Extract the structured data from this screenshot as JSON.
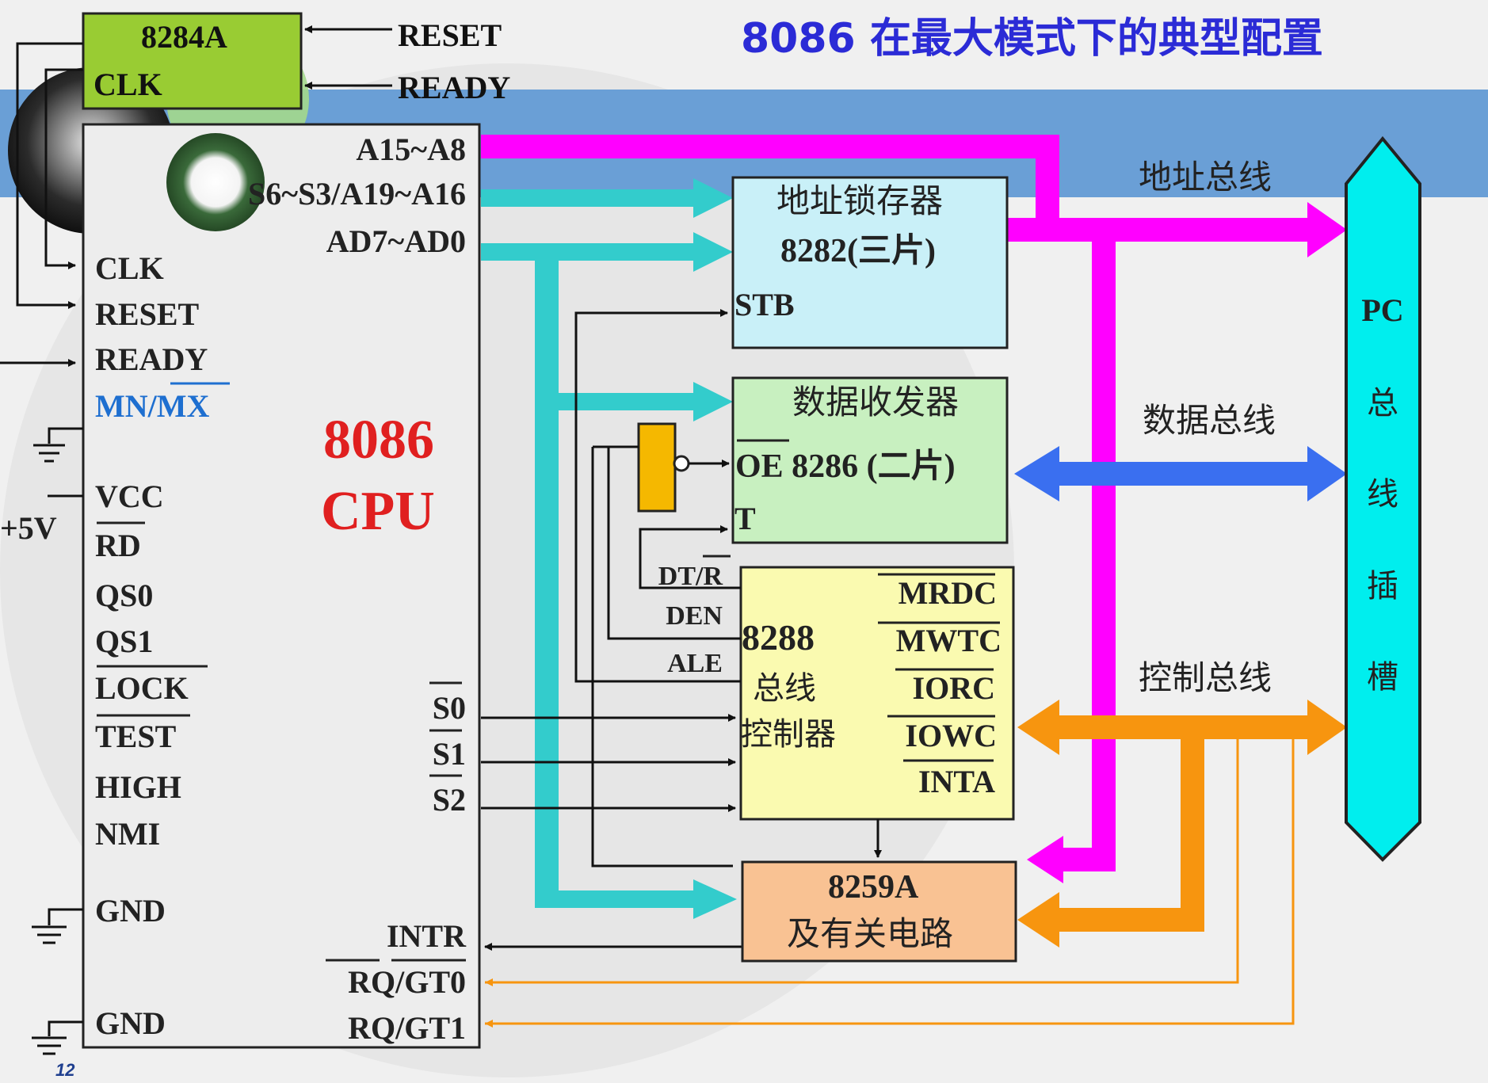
{
  "title": "8086 在最大模式下的典型配置",
  "page_number": "12",
  "clock_chip": {
    "name": "8284A",
    "pin": "CLK",
    "inputs": [
      "RESET",
      "READY"
    ]
  },
  "cpu": {
    "name_line1": "8086",
    "name_line2": "CPU",
    "left_pins": [
      "CLK",
      "RESET",
      "READY",
      "MN/MX",
      "VCC",
      "RD",
      "QS0",
      "QS1",
      "LOCK",
      "TEST",
      "HIGH",
      "NMI",
      "GND",
      "GND"
    ],
    "right_pins": [
      "A15~A8",
      "S6~S3/A19~A16",
      "AD7~AD0",
      "S0",
      "S1",
      "S2",
      "INTR",
      "RQ/GT0",
      "RQ/GT1"
    ],
    "vcc_label": "+5V"
  },
  "latch": {
    "line1": "地址锁存器",
    "line2": "8282(三片)",
    "pin": "STB"
  },
  "transceiver": {
    "line1": "数据收发器",
    "line2": "OE 8286 (二片)",
    "pin": "T"
  },
  "bus_controller": {
    "line1": "8288",
    "line2": "总线",
    "line3": "控制器",
    "input_labels": [
      "DT/R",
      "DEN",
      "ALE"
    ],
    "outputs": [
      "MRDC",
      "MWTC",
      "IORC",
      "IOWC",
      "INTA"
    ]
  },
  "interrupt": {
    "line1": "8259A",
    "line2": "及有关电路"
  },
  "buses": {
    "address": "地址总线",
    "data": "数据总线",
    "control": "控制总线"
  },
  "slot": {
    "line1": "PC",
    "chars": [
      "总",
      "线",
      "插",
      "槽"
    ]
  },
  "colors": {
    "address_bus": "#ff00ff",
    "data_bus": "#3a6ff0",
    "control_bus": "#f7950f",
    "cpu_bus": "#33cccc",
    "title": "#2b2bd6",
    "cpu_name": "#e02020",
    "mnmx": "#1e6fd0"
  }
}
